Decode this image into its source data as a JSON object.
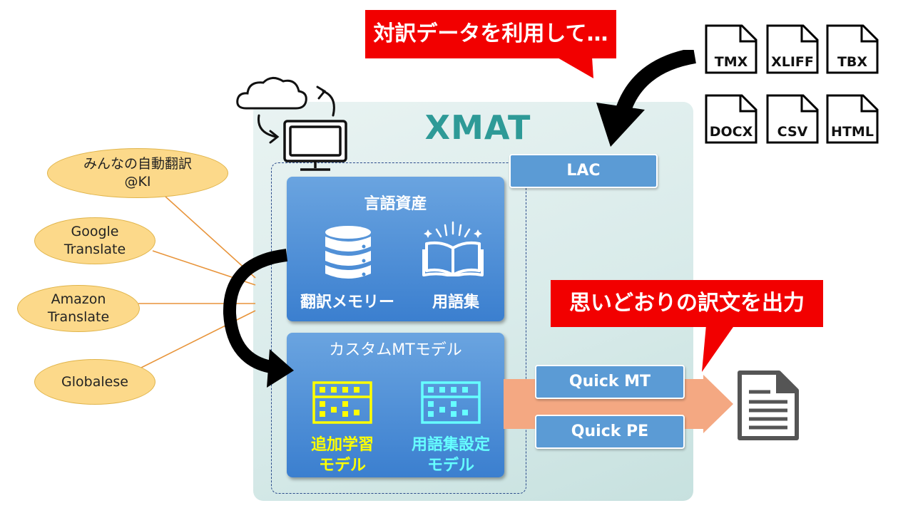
{
  "title": "XMAT",
  "lac_label": "LAC",
  "callouts": {
    "top": "対訳データを利用して…",
    "right": "思いどおりの訳文を出力"
  },
  "file_types": [
    "TMX",
    "XLIFF",
    "TBX",
    "DOCX",
    "CSV",
    "HTML"
  ],
  "mt_engines": [
    "みんなの自動翻訳\n@KI",
    "Google\nTranslate",
    "Amazon\nTranslate",
    "Globalese"
  ],
  "language_assets": {
    "title": "言語資産",
    "items": [
      "翻訳メモリー",
      "用語集"
    ]
  },
  "custom_mt": {
    "title": "カスタムMTモデル",
    "items": [
      "追加学習\nモデル",
      "用語集設定\nモデル"
    ]
  },
  "output_buttons": [
    "Quick MT",
    "Quick PE"
  ],
  "colors": {
    "platform_title": "#2e9a97",
    "callout_red": "#f20000",
    "panel_blue": "#4a8fd8",
    "button_blue": "#5b9bd5",
    "ellipse_yellow": "#fcd98a",
    "additional_model": "#ffff00",
    "glossary_model": "#66ffff",
    "output_arrow": "#f4a882"
  },
  "icons": [
    "cloud-icon",
    "monitor-icon",
    "database-icon",
    "open-book-icon",
    "abacus-icon",
    "document-icon",
    "file-icon"
  ]
}
